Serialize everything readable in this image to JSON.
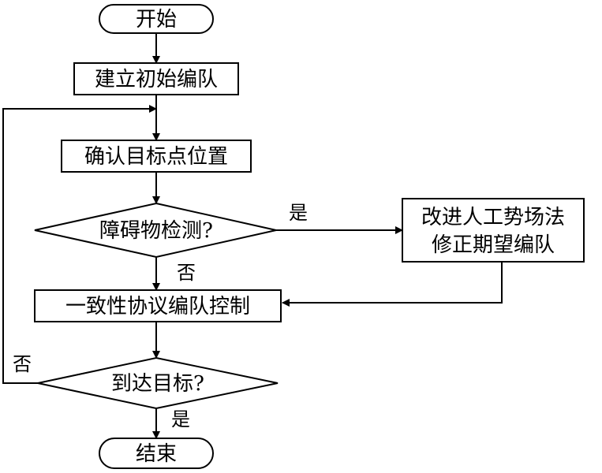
{
  "nodes": {
    "start": "开始",
    "init_formation": "建立初始编队",
    "confirm_target": "确认目标点位置",
    "obstacle_check": "障碍物检测?",
    "improved_apf_line1": "改进人工势场法",
    "improved_apf_line2": "修正期望编队",
    "consensus_control": "一致性协议编队控制",
    "reach_target": "到达目标?",
    "end": "结束"
  },
  "edge_labels": {
    "obstacle_yes": "是",
    "obstacle_no": "否",
    "target_no": "否",
    "target_yes": "是"
  }
}
